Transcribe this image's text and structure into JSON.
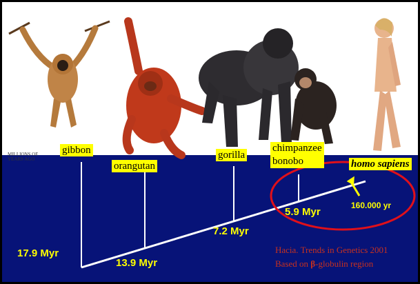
{
  "species": {
    "gibbon": "gibbon",
    "orangutan": "orangutan",
    "gorilla": "gorilla",
    "chimp_line1": "chimpanzee",
    "chimp_line2": "bonobo",
    "homo": "homo sapiens"
  },
  "axis_caption_line1": "MILLIONS OF",
  "axis_caption_line2": "YEARS AGO",
  "divergences": {
    "gibbon": "17.9 Myr",
    "orangutan": "13.9 Myr",
    "gorilla": "7.2 Myr",
    "chimp": "5.9 Myr",
    "homo": "160.000 yr"
  },
  "citation": {
    "line1": "Hacia. Trends in Genetics 2001",
    "line2_prefix": "Based on ",
    "line2_beta": "β",
    "line2_suffix": "-globulin region"
  },
  "colors": {
    "background_bottom": "#071378",
    "label_bg": "#ffff00",
    "myr_text": "#ffff00",
    "highlight_ellipse": "#e0101a",
    "citation_text": "#c6311f"
  }
}
